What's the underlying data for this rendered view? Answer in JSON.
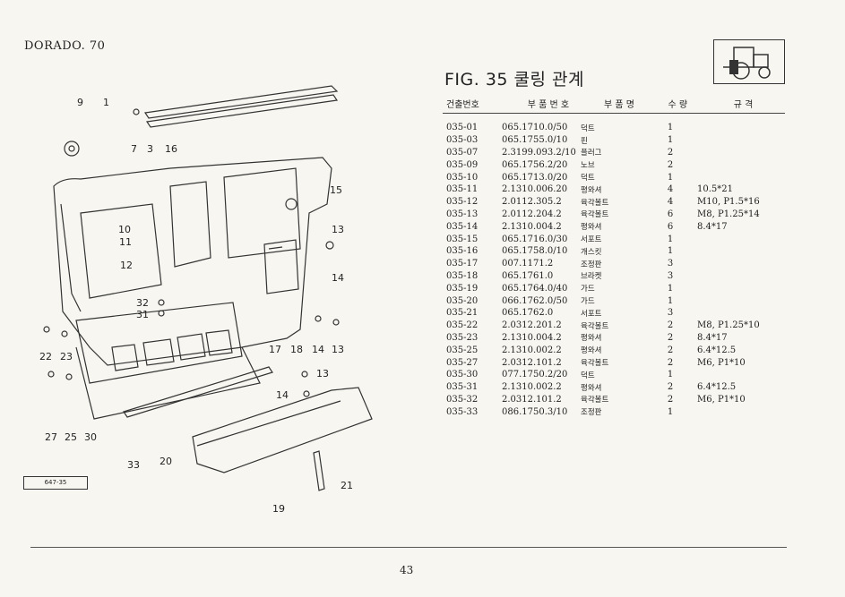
{
  "header": {
    "model": "DORADO. 70"
  },
  "figure": {
    "title": "FIG. 35 쿨링 관계"
  },
  "table": {
    "headers": [
      "건출번호",
      "부 품 번 호",
      "부 품 명",
      "수 량",
      "규 격"
    ],
    "rows": [
      [
        "035-01",
        "065.1710.0/50",
        "덕트",
        "1",
        ""
      ],
      [
        "035-03",
        "065.1755.0/10",
        "핀",
        "1",
        ""
      ],
      [
        "035-07",
        "2.3199.093.2/10",
        "플러그",
        "2",
        ""
      ],
      [
        "035-09",
        "065.1756.2/20",
        "노브",
        "2",
        ""
      ],
      [
        "035-10",
        "065.1713.0/20",
        "덕트",
        "1",
        ""
      ],
      [
        "035-11",
        "2.1310.006.20",
        "평와셔",
        "4",
        "10.5*21"
      ],
      [
        "035-12",
        "2.0112.305.2",
        "육각볼트",
        "4",
        "M10, P1.5*16"
      ],
      [
        "035-13",
        "2.0112.204.2",
        "육각볼트",
        "6",
        "M8, P1.25*14"
      ],
      [
        "035-14",
        "2.1310.004.2",
        "평와셔",
        "6",
        "8.4*17"
      ],
      [
        "035-15",
        "065.1716.0/30",
        "서포트",
        "1",
        ""
      ],
      [
        "035-16",
        "065.1758.0/10",
        "개스킷",
        "1",
        ""
      ],
      [
        "035-17",
        "007.1171.2",
        "조정판",
        "3",
        ""
      ],
      [
        "035-18",
        "065.1761.0",
        "브라켓",
        "3",
        ""
      ],
      [
        "035-19",
        "065.1764.0/40",
        "가드",
        "1",
        ""
      ],
      [
        "035-20",
        "066.1762.0/50",
        "가드",
        "1",
        ""
      ],
      [
        "035-21",
        "065.1762.0",
        "서포트",
        "3",
        ""
      ],
      [
        "035-22",
        "2.0312.201.2",
        "육각볼트",
        "2",
        "M8, P1.25*10"
      ],
      [
        "035-23",
        "2.1310.004.2",
        "평와셔",
        "2",
        "8.4*17"
      ],
      [
        "035-25",
        "2.1310.002.2",
        "평와셔",
        "2",
        "6.4*12.5"
      ],
      [
        "035-27",
        "2.0312.101.2",
        "육각볼트",
        "2",
        "M6, P1*10"
      ],
      [
        "035-30",
        "077.1750.2/20",
        "덕트",
        "1",
        ""
      ],
      [
        "035-31",
        "2.1310.002.2",
        "평와셔",
        "2",
        "6.4*12.5"
      ],
      [
        "035-32",
        "2.0312.101.2",
        "육각볼트",
        "2",
        "M6, P1*10"
      ],
      [
        "035-33",
        "086.1750.3/10",
        "조정판",
        "1",
        ""
      ]
    ]
  },
  "diagram": {
    "callouts": [
      "9",
      "1",
      "7",
      "3",
      "16",
      "15",
      "13",
      "10",
      "11",
      "12",
      "14",
      "32",
      "31",
      "22",
      "23",
      "17",
      "18",
      "14",
      "13",
      "13",
      "14",
      "27",
      "25",
      "30",
      "33",
      "20",
      "21",
      "19"
    ]
  },
  "part_ref": "647-35",
  "page_number": "43"
}
